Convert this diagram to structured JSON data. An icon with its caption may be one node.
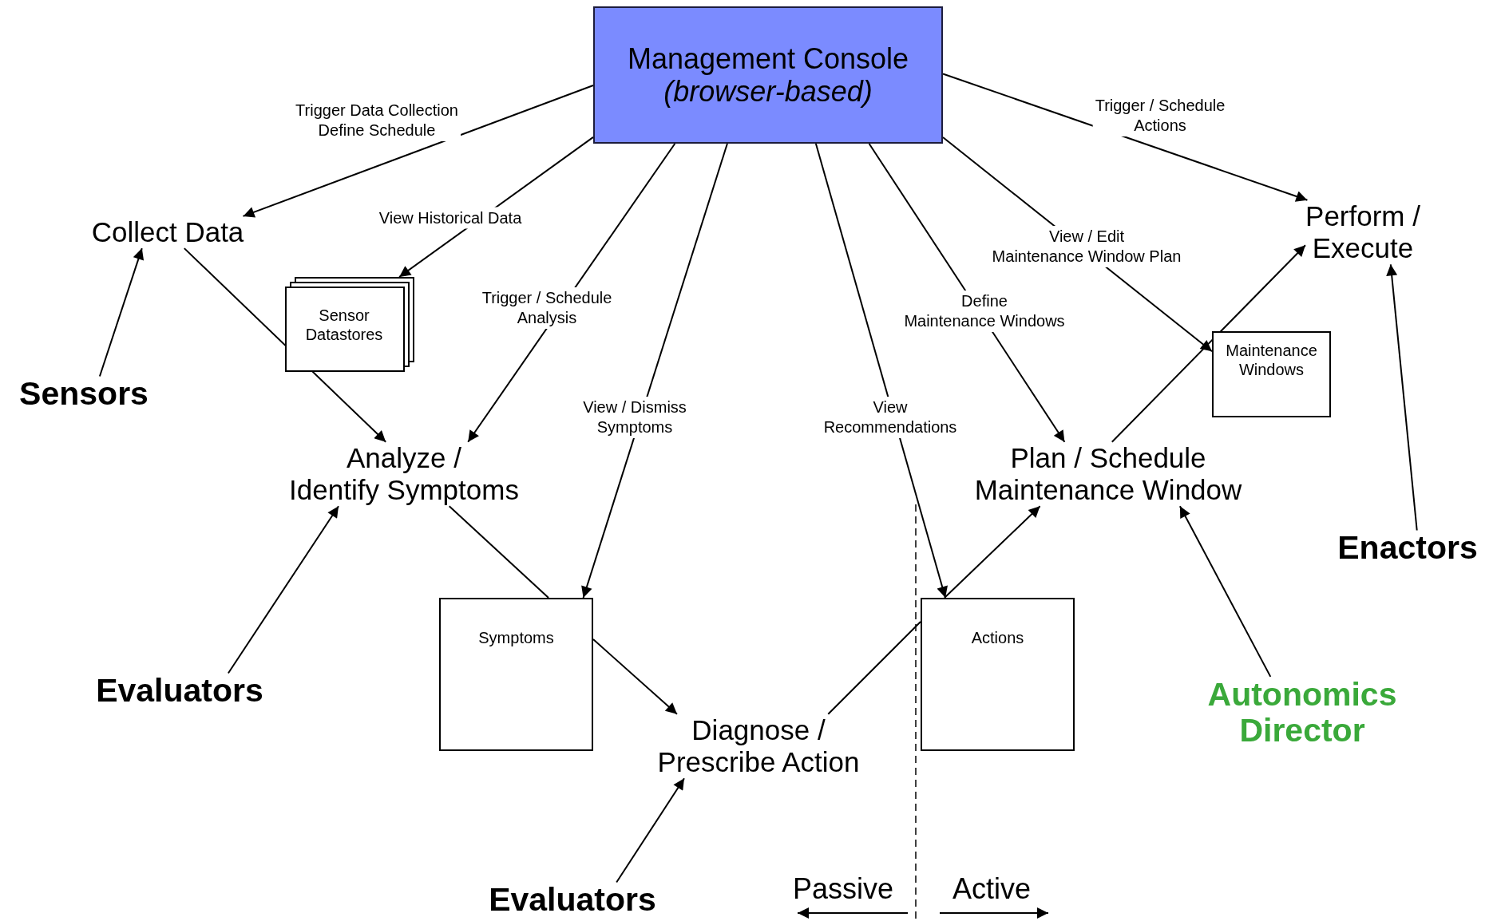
{
  "diagram": {
    "nodes": [
      {
        "text": [
          "Management Console",
          "(browser-based)"
        ]
      },
      {
        "text": [
          "Collect Data"
        ]
      },
      {
        "text": [
          "Sensor Datastores"
        ]
      },
      {
        "text": [
          "Analyze / Identify Symptoms"
        ]
      },
      {
        "text": [
          "Perform / Execute"
        ]
      },
      {
        "text": [
          "Maintenance Windows"
        ]
      },
      {
        "text": [
          "Plan / Schedule Maintenance Window"
        ]
      },
      {
        "text": [
          "Sensors"
        ]
      },
      {
        "text": [
          "Symptoms"
        ]
      },
      {
        "text": [
          "Actions"
        ]
      },
      {
        "text": [
          "Diagnose / Prescribe Action"
        ]
      },
      {
        "text": [
          "Evaluators"
        ]
      },
      {
        "text": [
          "Enactors"
        ]
      },
      {
        "text": [
          "Autonomics Director"
        ]
      },
      {
        "text": [
          "Evaluators"
        ]
      }
    ],
    "edges": [
      {
        "from": 0,
        "to": 1,
        "arrow": "to",
        "label": "Trigger Data Collection Define Schedule"
      },
      {
        "from": 0,
        "to": 2,
        "arrow": "to",
        "label": "View Historical Data"
      },
      {
        "from": 0,
        "to": 3,
        "arrow": "to",
        "label": "Trigger / Schedule Analysis"
      },
      {
        "from": 0,
        "to": 8,
        "arrow": "to",
        "label": "View / Dismiss Symptoms"
      },
      {
        "from": 0,
        "to": 9,
        "arrow": "to",
        "label": "View Recommendations"
      },
      {
        "from": 0,
        "to": 6,
        "arrow": "to",
        "label": "Define Maintenance Windows"
      },
      {
        "from": 0,
        "to": 5,
        "arrow": "to",
        "label": "View / Edit Maintenance Window Plan"
      },
      {
        "from": 0,
        "to": 4,
        "arrow": "to",
        "label": "Trigger / Schedule Actions"
      },
      {
        "from": 7,
        "to": 1,
        "arrow": "to"
      },
      {
        "from": 1,
        "to": 3,
        "arrow": "to"
      },
      {
        "from": 11,
        "to": 3,
        "arrow": "to"
      },
      {
        "from": 3,
        "to": 8,
        "arrow": "none"
      },
      {
        "from": 8,
        "to": 10,
        "arrow": "to"
      },
      {
        "from": 14,
        "to": 10,
        "arrow": "to"
      },
      {
        "from": 10,
        "to": 9,
        "arrow": "none"
      },
      {
        "from": 9,
        "to": 6,
        "arrow": "to"
      },
      {
        "from": 6,
        "to": 4,
        "arrow": "to"
      },
      {
        "from": 13,
        "to": 6,
        "arrow": "to"
      },
      {
        "from": 12,
        "to": 4,
        "arrow": "to"
      }
    ],
    "labels": [
      "Passive",
      "Active"
    ]
  }
}
